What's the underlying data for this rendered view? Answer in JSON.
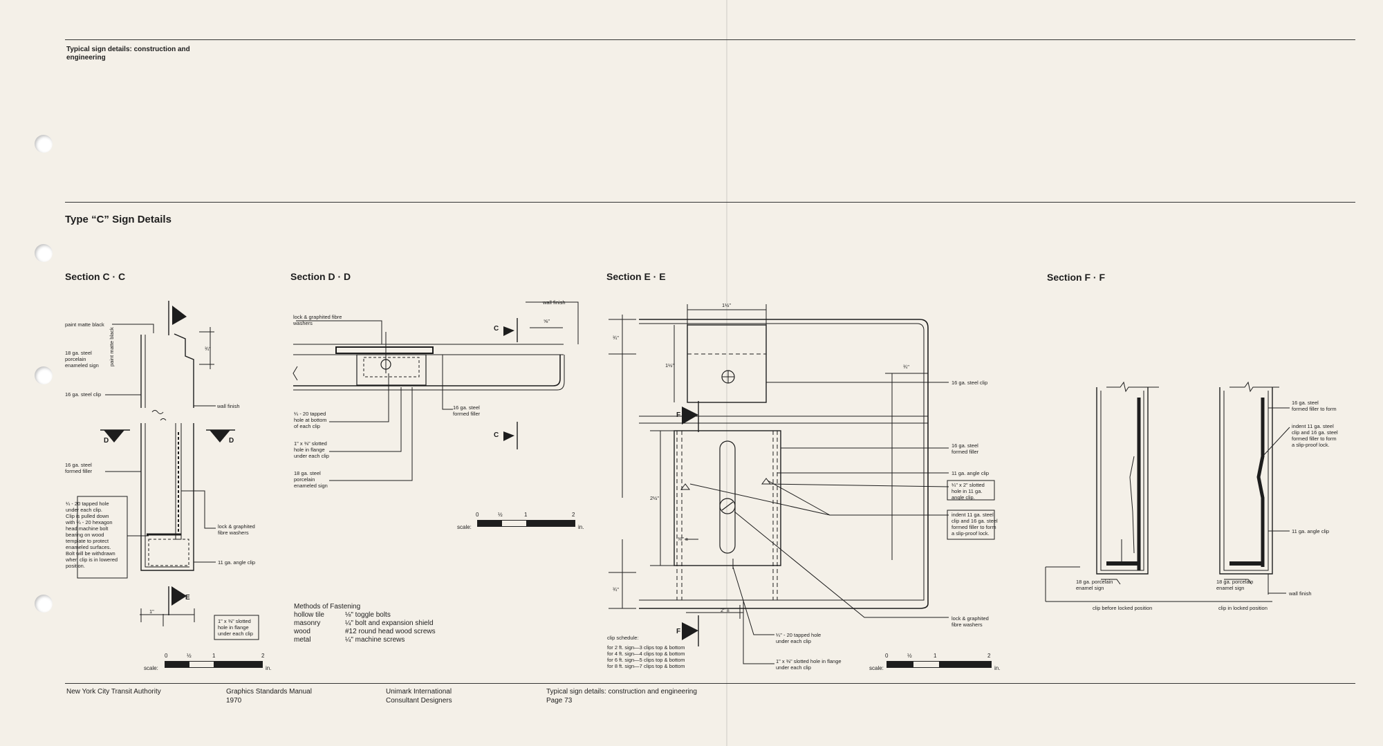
{
  "header": {
    "running_title": "Typical sign details: construction and engineering"
  },
  "main_title": "Type “C” Sign Details",
  "sections": {
    "cc": "Section C · C",
    "dd": "Section D · D",
    "ee": "Section E · E",
    "ff": "Section F · F"
  },
  "labels_cc": {
    "paint_matte_black": "paint matte black",
    "porcelain_sign": "18 ga. steel\nporcelain\nenameled sign",
    "paint_matte_black_vertical": "paint matte black",
    "steel_clip": "16 ga. steel clip",
    "wall_finish": "wall finish",
    "formed_filler": "16 ga. steel\nformed filler",
    "tapped_hole_note": "¼ - 20 tapped hole\nunder each clip.\nClip is pulled down\nwith ¼ - 20 hexagon\nhead machine bolt\nbearing on wood\ntemplate to protect\nenameled surfaces.\nBolt will be withdrawn\nwhen clip is in lowered\nposition.",
    "lock_washers": "lock & graphited\nfibre washers",
    "angle_clip": "11 ga. angle clip",
    "slotted_hole": "1\" x ⅜\" slotted\nhole in flange\nunder each clip",
    "dim_three_quarter": "¾\"",
    "dim_one": "1\"",
    "marker_d": "D",
    "marker_e": "E"
  },
  "labels_dd": {
    "lock_washers": "lock & graphited fibre\nwashers",
    "wall_finish": "wall finish",
    "dim_five_eighths": "⅝\"",
    "tapped_hole": "¼ - 20 tapped\nhole at bottom\nof each clip",
    "slotted_hole": "1\" x ⅜\" slotted\nhole in flange\nunder each clip",
    "porcelain_sign": "18 ga. steel\nporcelain\nenameled sign",
    "formed_filler": "16 ga. steel\nformed filler",
    "marker_c": "C"
  },
  "methods": {
    "heading": "Methods of Fastening",
    "rows": [
      {
        "material": "hollow tile",
        "method": "⅛\" toggle bolts"
      },
      {
        "material": "masonry",
        "method": "¼\" bolt and expansion shield"
      },
      {
        "material": "wood",
        "method": "#12 round head wood screws"
      },
      {
        "material": "metal",
        "method": "¼\" machine screws"
      }
    ]
  },
  "labels_ee": {
    "dim_top": "1½\"",
    "dim_left_top": "¾\"",
    "dim_left_mid": "1½\"",
    "dim_right": "¾\"",
    "dim_left_big": "2½\"",
    "dim_left_bottom": "¾\"",
    "dim_inner": "⅜\" ±",
    "dim_bottom": "2\" ±",
    "steel_clip": "16 ga. steel clip",
    "formed_filler": "16 ga. steel\nformed filler",
    "angle_clip": "11 ga. angle clip",
    "slotted_hole_angle": "¼\" x 2\" slotted\nhole in 11 ga.\nangle clip.",
    "indent_note": "indent 11 ga. steel\nclip and 16 ga. steel\nformed filler to form\na slip-proof lock.",
    "lock_washers": "lock & graphited\nfibre washers",
    "tapped_hole": "¼\" - 20 tapped hole\nunder each clip",
    "slotted_flange": "1\" x ⅜\" slotted hole in flange\nunder each clip",
    "clip_schedule_title": "clip schedule:",
    "clip_schedule": "for 2 ft. sign—3 clips top & bottom\nfor 4 ft. sign—4 clips top & bottom\nfor 6 ft. sign—5 clips top & bottom\nfor 8 ft. sign—7 clips top & bottom",
    "marker_f": "F"
  },
  "labels_ff": {
    "formed_filler": "16 ga. steel\nformed filler to form",
    "indent_note": "indent 11 ga. steel\nclip and 16 ga. steel\nformed filler to form\na slip-proof lock.",
    "angle_clip": "11 ga. angle clip",
    "porcelain_left": "18 ga. porcelain\nenamel sign",
    "porcelain_right": "18 ga. porcelain\nenamel sign",
    "wall_finish": "wall finish",
    "caption_before": "clip before locked position",
    "caption_locked": "clip in locked position"
  },
  "scale": {
    "label": "scale:",
    "unit": "in.",
    "ticks": [
      "0",
      "½",
      "1",
      "2"
    ]
  },
  "footer": {
    "authority": "New York City Transit Authority",
    "manual": "Graphics Standards Manual",
    "year": "1970",
    "designer": "Unimark International",
    "designer_role": "Consultant Designers",
    "page_title": "Typical sign details: construction and engineering",
    "page": "Page 73"
  },
  "colors": {
    "paper": "#f4f0e8",
    "ink": "#1d1d1d"
  }
}
